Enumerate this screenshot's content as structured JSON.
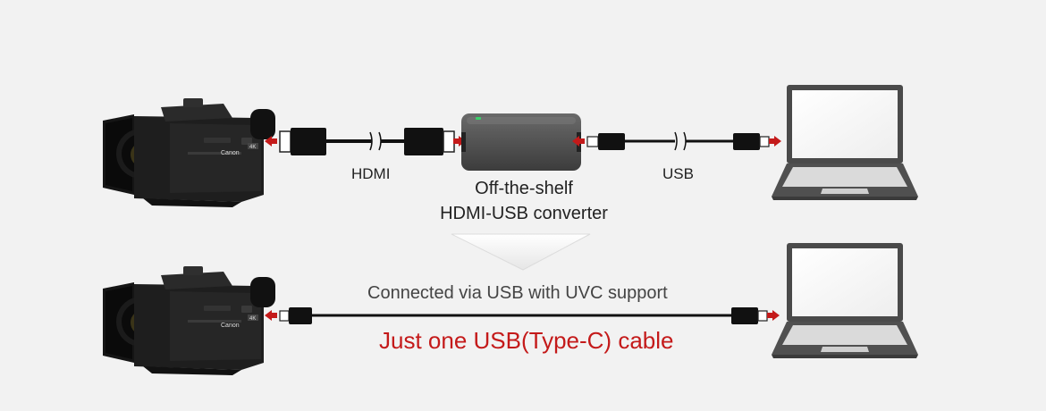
{
  "top_row": {
    "camera_brand": "Canon",
    "camera_badge": "4K",
    "hdmi_label": "HDMI",
    "usb_label": "USB",
    "converter_line1": "Off-the-shelf",
    "converter_line2": "HDMI-USB converter"
  },
  "bottom_row": {
    "camera_brand": "Canon",
    "camera_badge": "4K",
    "connection_text": "Connected via USB with UVC support",
    "cable_text": "Just one USB(Type-C) cable"
  },
  "colors": {
    "background": "#f2f2f2",
    "arrow_red": "#c41a1a",
    "cable": "#1a1a1a",
    "highlight_text": "#c41a1a",
    "converter_led": "#3ad16a"
  }
}
